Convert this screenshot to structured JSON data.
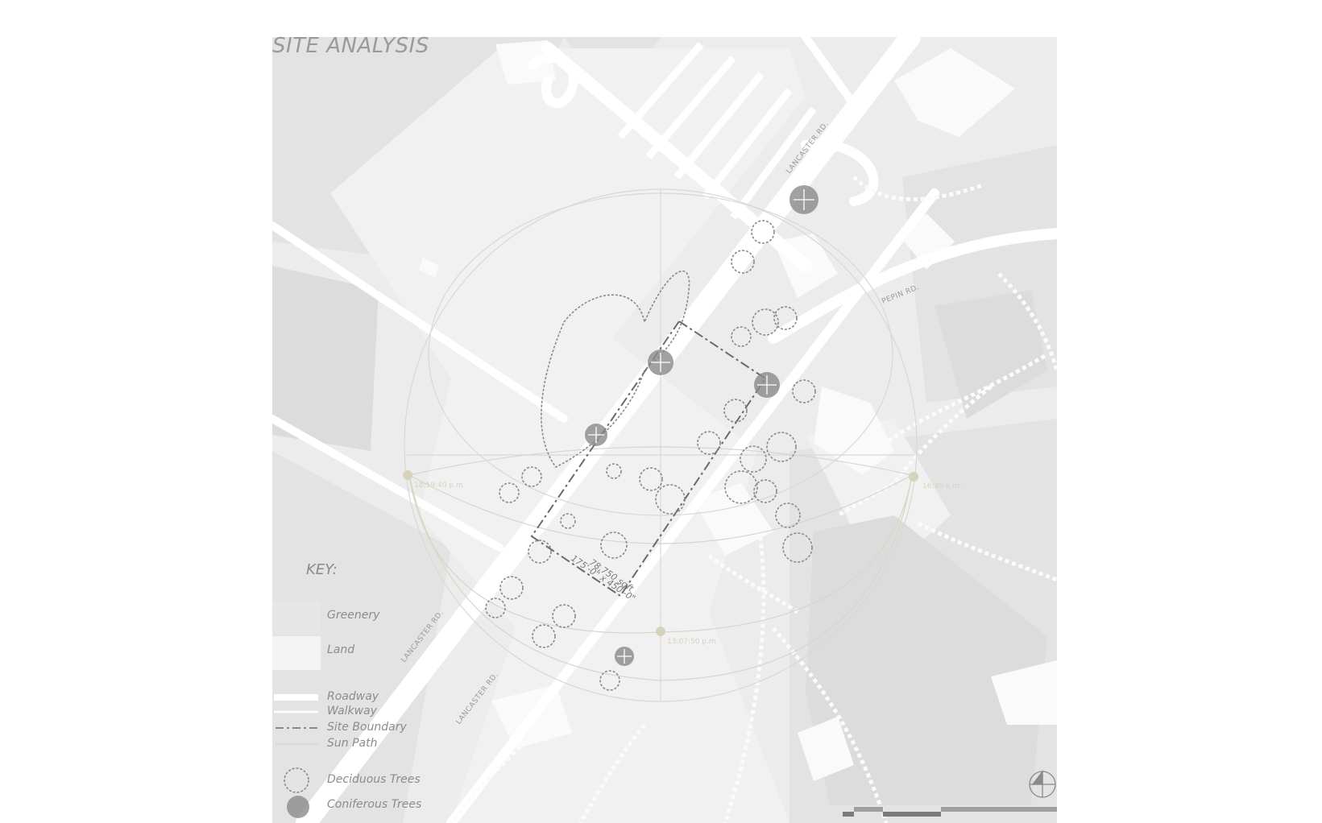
{
  "title": "SITE ANALYSIS",
  "roads": {
    "lancaster_north": "LANCASTER RD.",
    "pepin": "PEPIN RD.",
    "lancaster_south_1": "LANCASTER RD.",
    "lancaster_south_2": "LANCASTER RD."
  },
  "site": {
    "area": "78,750 sqft",
    "dimensions": "175'-0\" x 450'-0\""
  },
  "sun_path": {
    "west_time": "18:59:40 p.m.",
    "east_time": "16:40 a.m.",
    "noon_time": "13:07:50 p.m."
  },
  "key": {
    "title": "KEY:",
    "items": [
      {
        "label": "Greenery"
      },
      {
        "label": "Land"
      },
      {
        "label": "Roadway"
      },
      {
        "label": "Walkway"
      },
      {
        "label": "Site Boundary"
      },
      {
        "label": "Sun Path"
      },
      {
        "label": "Deciduous Trees"
      },
      {
        "label": "Coniferous Trees"
      }
    ]
  },
  "colors": {
    "greenery": "#e6e6e6",
    "land": "#f0f0f0",
    "roadway": "#ffffff",
    "sun_path": "#d9d6c5",
    "boundary": "#666666"
  },
  "icons": [
    "north-arrow-icon",
    "scale-bar-icon",
    "deciduous-tree-icon",
    "coniferous-tree-icon"
  ]
}
